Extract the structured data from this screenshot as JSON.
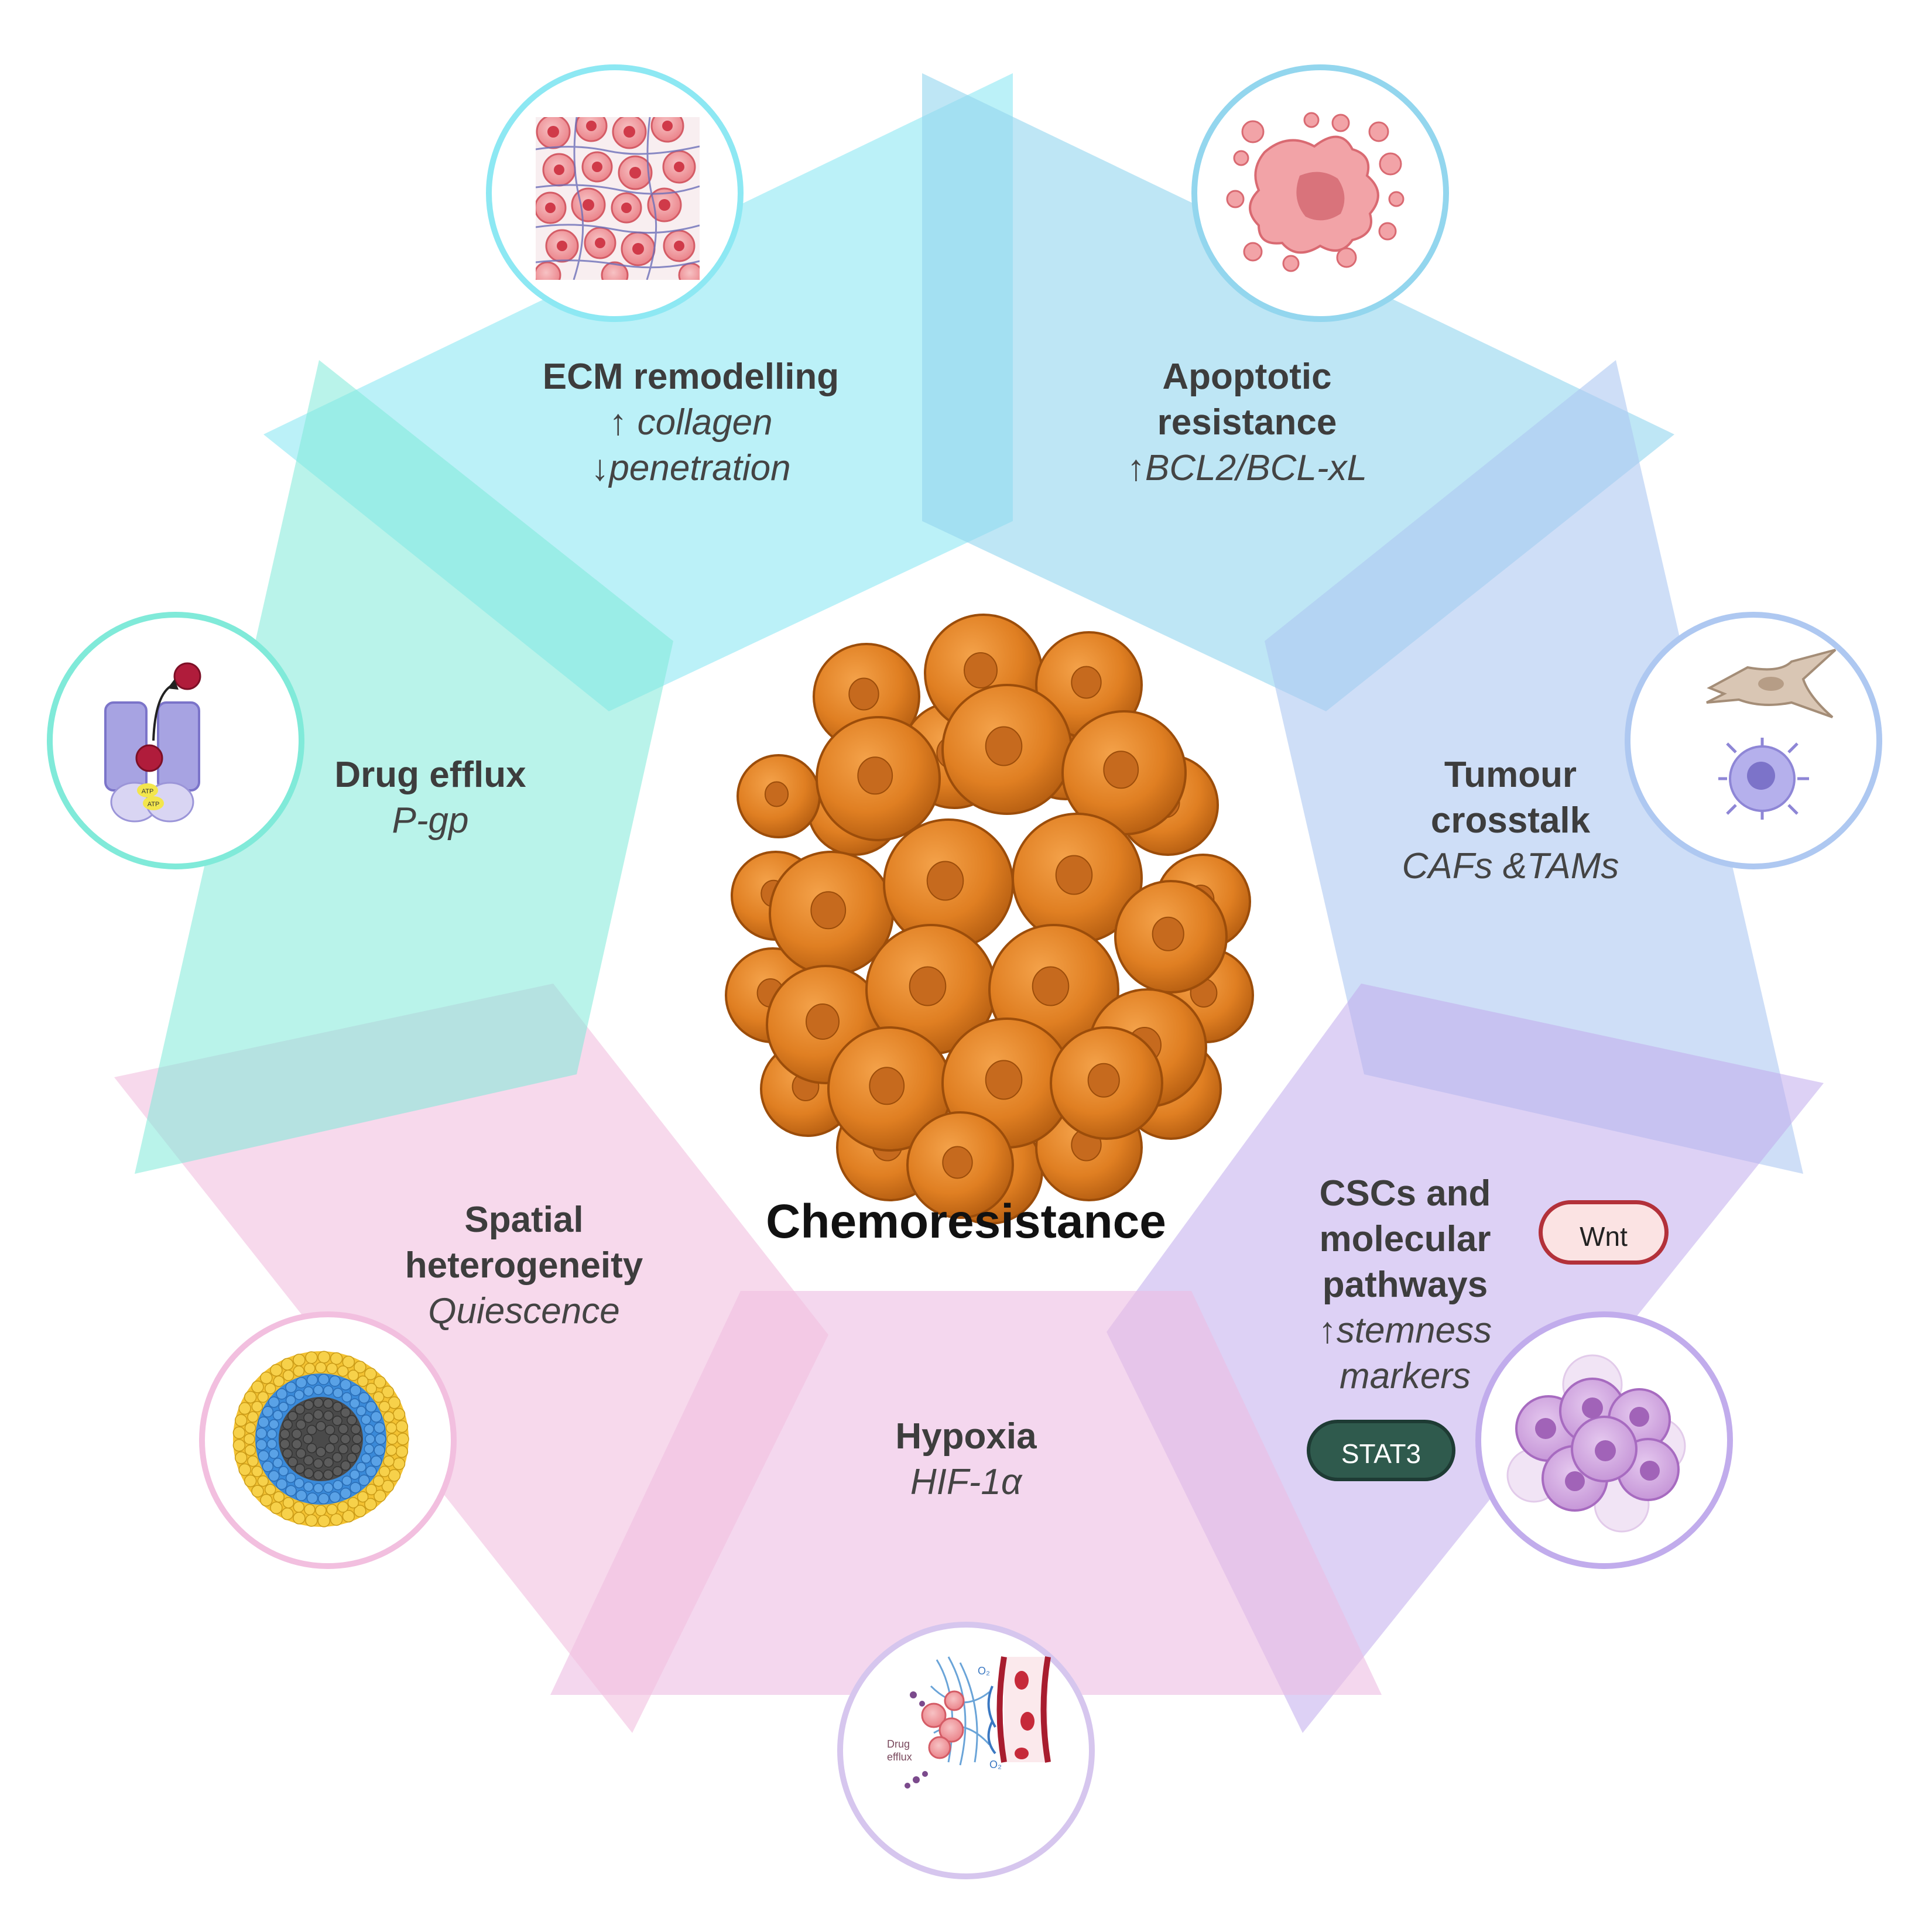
{
  "title": "Chemoresistance",
  "colors": {
    "ecm": "#8de8f3",
    "apoptotic": "#93d6ee",
    "crosstalk": "#aec8f1",
    "csc": "#c1acec",
    "hypoxia": "#ecbde3",
    "spatial": "#f2bfdf",
    "efflux": "#80ead9",
    "tumour": "#d8781c"
  },
  "mechanisms": [
    {
      "id": "ecm",
      "title": "ECM remodelling",
      "subtitle": "↑ collagen\n↓penetration",
      "icon": "collagen-matrix-icon"
    },
    {
      "id": "apoptotic",
      "title": "Apoptotic\nresistance",
      "subtitle": "↑BCL2/BCL-xL",
      "icon": "apoptotic-cell-icon"
    },
    {
      "id": "crosstalk",
      "title": "Tumour\ncrosstalk",
      "subtitle": "CAFs &TAMs",
      "icon": "fibroblast-macrophage-icon"
    },
    {
      "id": "csc",
      "title": "CSCs and\nmolecular\npathways",
      "subtitle": "↑stemness\nmarkers",
      "icon": "stem-cell-cluster-icon"
    },
    {
      "id": "hypoxia",
      "title": "Hypoxia",
      "subtitle": "HIF-1α",
      "icon": "blood-vessel-icon"
    },
    {
      "id": "spatial",
      "title": "Spatial\nheterogeneity",
      "subtitle": "Quiescence",
      "icon": "spheroid-layers-icon"
    },
    {
      "id": "efflux",
      "title": "Drug efflux",
      "subtitle": "P-gp",
      "icon": "transporter-icon"
    }
  ],
  "pathways": {
    "wnt": "Wnt",
    "stat3": "STAT3"
  },
  "hypoxia_icon_text": {
    "efflux": "Drug\nefflux",
    "o2_top": "O₂",
    "o2_bottom": "O₂"
  },
  "efflux_icon_text": {
    "atp": "ATP"
  }
}
